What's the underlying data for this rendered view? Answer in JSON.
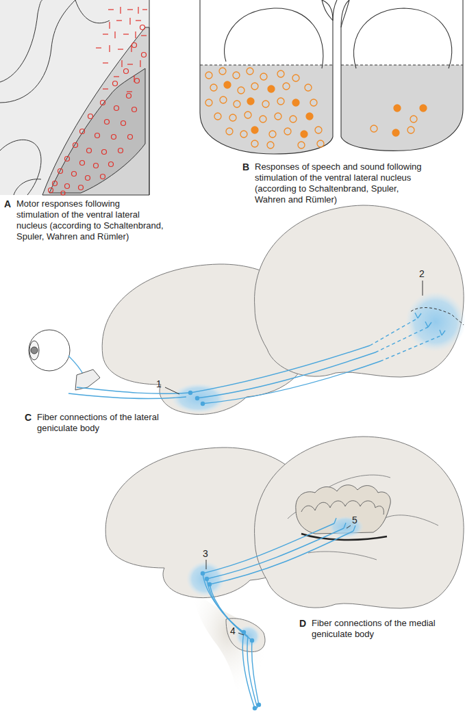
{
  "diagram": {
    "labels": [
      "A",
      "Motor responses following stimulation of the ventral lateral nucleus (according to Schaltenbrand, Spuler, Wahren and Rümler)",
      "B",
      "Responses of speech and sound following stimulation of the ventral lateral nucleus (according to Schaltenbrand, Spuler, Wahren and Rümler)",
      "2",
      "1",
      "C",
      "Fiber connections of the lateral geniculate body",
      "5",
      "3",
      "D",
      "Fiber connections of the medial geniculate body",
      "4"
    ]
  }
}
